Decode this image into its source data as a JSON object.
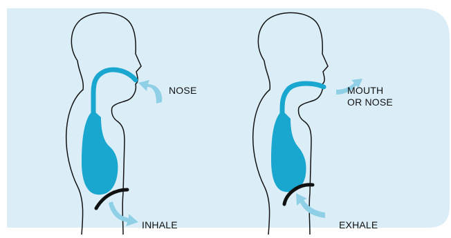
{
  "labels": {
    "nose": "NOSE",
    "inhale": "INHALE",
    "mouth_line1": "MOUTH",
    "mouth_line2": "OR NOSE",
    "exhale": "EXHALE"
  },
  "colors": {
    "background": "#dbeef7",
    "airway": "#1aa7cf",
    "arrow": "#8fd0e6",
    "outline": "#111111",
    "diaphragm": "#111111"
  }
}
